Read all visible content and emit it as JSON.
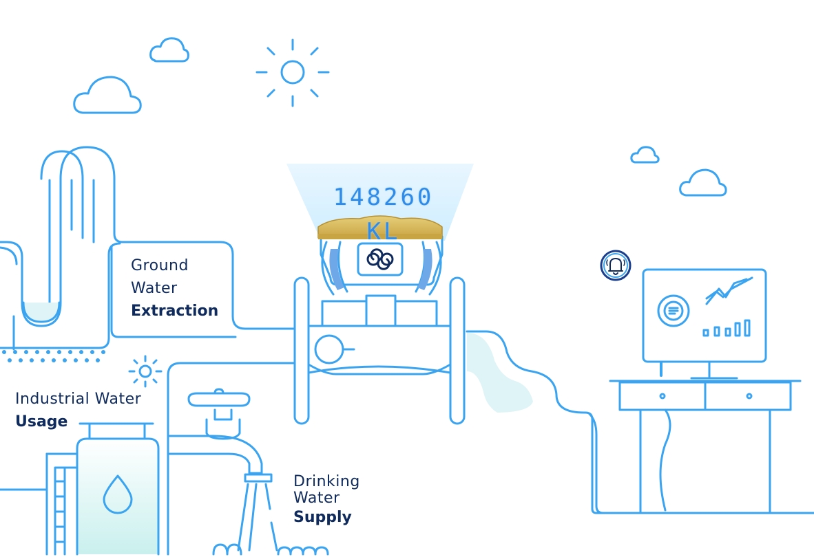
{
  "meter": {
    "reading": "148260 KL"
  },
  "labels": {
    "ground_line1": "Ground",
    "ground_line2": "Water",
    "ground_bold": "Extraction",
    "industrial_line1": "Industrial Water",
    "industrial_bold": "Usage",
    "drinking_line1": "Drinking",
    "drinking_line2": "Water",
    "drinking_bold": "Supply"
  },
  "colors": {
    "stroke": "#3ba4f0",
    "text": "#0f2a5c",
    "meter_gold": "#d8b85c",
    "water_fill": "#dff4f6",
    "badge_ring": "#1b3f8f"
  },
  "icons": [
    "cloud-icon",
    "sun-icon",
    "water-drop-icon",
    "bell-icon",
    "meter-logo-icon",
    "line-chart-icon",
    "bar-chart-icon",
    "donut-chart-icon"
  ]
}
